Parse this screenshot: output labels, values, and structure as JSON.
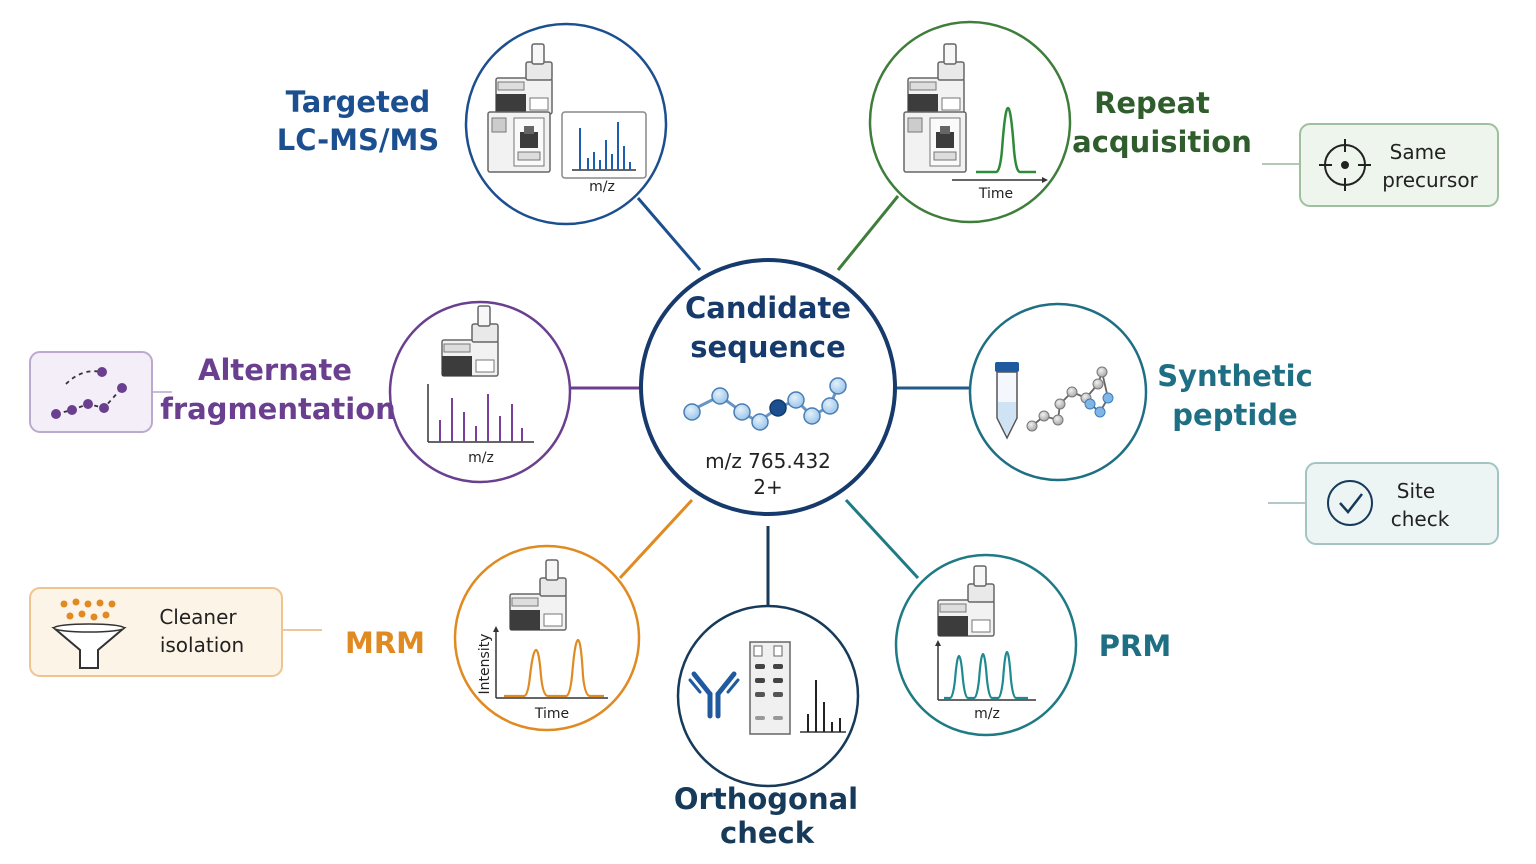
{
  "center": {
    "title_line1": "Candidate",
    "title_line2": "sequence",
    "mz": "m/z 765.432",
    "charge": "2+"
  },
  "nodes": {
    "targeted": {
      "line1": "Targeted",
      "line2": "LC-MS/MS",
      "axis_x": "m/z",
      "color": "#1b4f8f"
    },
    "repeat": {
      "line1": "Repeat",
      "line2": "acquisition",
      "axis_x": "Time",
      "color": "#3e7d3a"
    },
    "alternate": {
      "line1": "Alternate",
      "line2": "fragmentation",
      "axis_x": "m/z",
      "color": "#6b3f8f"
    },
    "synthetic": {
      "line1": "Synthetic",
      "line2": "peptide",
      "color": "#1f6f84"
    },
    "mrm": {
      "line1": "MRM",
      "axis_x": "Time",
      "axis_y": "Intensity",
      "color": "#e08a22"
    },
    "orthogonal": {
      "line1": "Orthogonal",
      "line2": "check",
      "color": "#163a5a"
    },
    "prm": {
      "line1": "PRM",
      "axis_x": "m/z",
      "color": "#1f7a85"
    }
  },
  "boxes": {
    "same_precursor": {
      "line1": "Same",
      "line2": "precursor",
      "icon": "crosshair-icon"
    },
    "site_check": {
      "line1": "Site",
      "line2": "check",
      "icon": "checkmark-icon"
    },
    "cleaner_isolation": {
      "line1": "Cleaner",
      "line2": "isolation",
      "icon": "funnel-icon"
    },
    "alternate_path": {
      "icon": "dotted-path-icon"
    }
  }
}
